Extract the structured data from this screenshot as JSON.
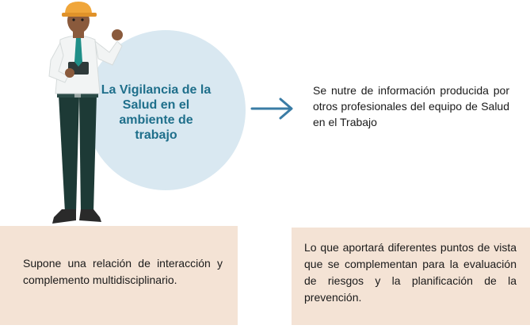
{
  "center": {
    "title": "La Vigilancia de la Salud en el ambiente de trabajo",
    "icon": "worker-illustration"
  },
  "arrow": {
    "icon": "arrow-right-icon",
    "color": "#3a7ca5"
  },
  "right_top_text": "Se nutre de información producida por otros profesionales del equipo de Salud en el Trabajo",
  "box_left_text": "Supone una relación de interacción y complemento multidisciplinario.",
  "box_right_text": "Lo que aportará diferentes puntos de vista que se complementan para la evaluación de riesgos y la planificación de la prevención.",
  "colors": {
    "circle": "#d9e8f1",
    "title": "#1f6f8b",
    "box": "#f4e3d5"
  }
}
